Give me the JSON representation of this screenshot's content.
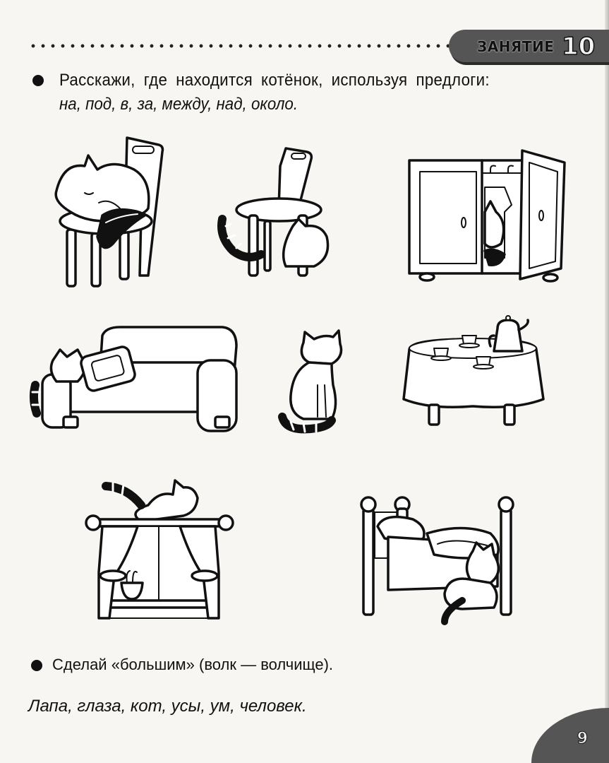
{
  "header": {
    "lesson_label": "ЗАНЯТИЕ",
    "lesson_number": "10"
  },
  "task1": {
    "instruction": "Расскажи, где находится котёнок, используя предлоги:",
    "prepositions": "на, под, в, за, между, над, около."
  },
  "illustrations": [
    {
      "id": "cat-on-chair",
      "description": "котёнок на стуле"
    },
    {
      "id": "cat-under-chair",
      "description": "котёнок под стулом"
    },
    {
      "id": "cat-in-wardrobe",
      "description": "котёнок в шкафу"
    },
    {
      "id": "cat-behind-sofa",
      "description": "котёнок за диваном"
    },
    {
      "id": "cat-between-sofa-table",
      "description": "котёнок между диваном и столом"
    },
    {
      "id": "table-with-tea",
      "description": "стол с чайником и чашками"
    },
    {
      "id": "cat-above-window",
      "description": "котёнок над окном"
    },
    {
      "id": "cat-near-bed",
      "description": "котёнок около кровати"
    }
  ],
  "task2": {
    "instruction": "Сделай «большим» (волк — волчище).",
    "words": "Лапа, глаза, кот, усы, ум, человек."
  },
  "footer": {
    "page_number": "9"
  }
}
